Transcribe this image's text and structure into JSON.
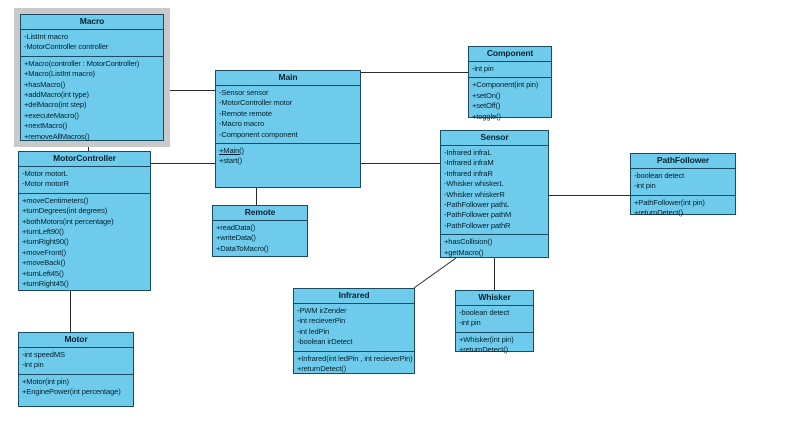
{
  "diagram": {
    "title": "UML Class Diagram",
    "type": "uml-class-diagram",
    "accent_color": "#6ECBEC",
    "border_color": "#1b4b63",
    "selection_color": "#c9c9c9",
    "connector_color": "#2b2b2b"
  },
  "classes": [
    {
      "id": "macro",
      "name": "Macro",
      "selected": true,
      "attributes": [
        "-ListInt macro",
        "-MotorController controller"
      ],
      "methods": [
        "+Macro(controller : MotorController)",
        "+Macro(ListInt macro)",
        "+hasMacro()",
        "+addMacro(int type)",
        "+delMacro(int step)",
        "+executeMacro()",
        "+nextMacro()",
        "+removeAllMacros()"
      ]
    },
    {
      "id": "motorcontroller",
      "name": "MotorController",
      "selected": false,
      "attributes": [
        "-Motor motorL",
        "-Motor motorR"
      ],
      "methods": [
        "+moveCentimeters()",
        "+turnDegrees(int degrees)",
        "+bothMotors(int percentage)",
        "+turnLeft90()",
        "+turnRight90()",
        "+moveFront()",
        "+moveBack()",
        "+turnLeft45()",
        "+turnRight45()"
      ]
    },
    {
      "id": "motor",
      "name": "Motor",
      "selected": false,
      "attributes": [
        "-int speedMS",
        "-int pin"
      ],
      "methods": [
        "+Motor(int pin)",
        "+EnginePower(int percentage)"
      ]
    },
    {
      "id": "main",
      "name": "Main",
      "selected": false,
      "attributes": [
        "-Sensor sensor",
        "-MotorController motor",
        "-Remote remote",
        "-Macro macro",
        "-Component component"
      ],
      "methods": [
        "+Main()",
        "+start()"
      ]
    },
    {
      "id": "remote",
      "name": "Remote",
      "selected": false,
      "attributes": [],
      "methods": [
        "+readData()",
        "+writeData()",
        "+DataToMacro()"
      ]
    },
    {
      "id": "component",
      "name": "Component",
      "selected": false,
      "attributes": [
        "-int pin"
      ],
      "methods": [
        "+Component(int pin)",
        "+setOn()",
        "+setOff()",
        "+toggle()"
      ]
    },
    {
      "id": "sensor",
      "name": "Sensor",
      "selected": false,
      "attributes": [
        "-Infrared infraL",
        "-Infrared infraM",
        "-Infrared infraR",
        "-Whisker whiskerL",
        "-Whisker whiskerR",
        "-PathFollower pathL",
        "-PathFollower pathM",
        "-PathFollower pathR"
      ],
      "methods": [
        "+hasCollision()",
        "+getMacro()"
      ]
    },
    {
      "id": "pathfollower",
      "name": "PathFollower",
      "selected": false,
      "attributes": [
        "-boolean detect",
        "-int pin"
      ],
      "methods": [
        "+PathFollower(int pin)",
        "+returnDetect()"
      ]
    },
    {
      "id": "infrared",
      "name": "Infrared",
      "selected": false,
      "attributes": [
        "-PWM irZender",
        "-int recieverPin",
        "-int ledPin",
        "-boolean irDetect"
      ],
      "methods": [
        "+Infrared(int ledPin , int recieverPin)",
        "+returnDetect()"
      ]
    },
    {
      "id": "whisker",
      "name": "Whisker",
      "selected": false,
      "attributes": [
        "-boolean detect",
        "-int pin"
      ],
      "methods": [
        "+Whisker(int pin)",
        "+returnDetect()"
      ]
    }
  ],
  "relationships": [
    {
      "from": "macro",
      "to": "motorcontroller"
    },
    {
      "from": "motorcontroller",
      "to": "motor"
    },
    {
      "from": "macro",
      "to": "main"
    },
    {
      "from": "motorcontroller",
      "to": "main"
    },
    {
      "from": "main",
      "to": "component"
    },
    {
      "from": "main",
      "to": "sensor"
    },
    {
      "from": "main",
      "to": "remote"
    },
    {
      "from": "sensor",
      "to": "pathfollower"
    },
    {
      "from": "sensor",
      "to": "whisker"
    },
    {
      "from": "sensor",
      "to": "infrared"
    }
  ]
}
